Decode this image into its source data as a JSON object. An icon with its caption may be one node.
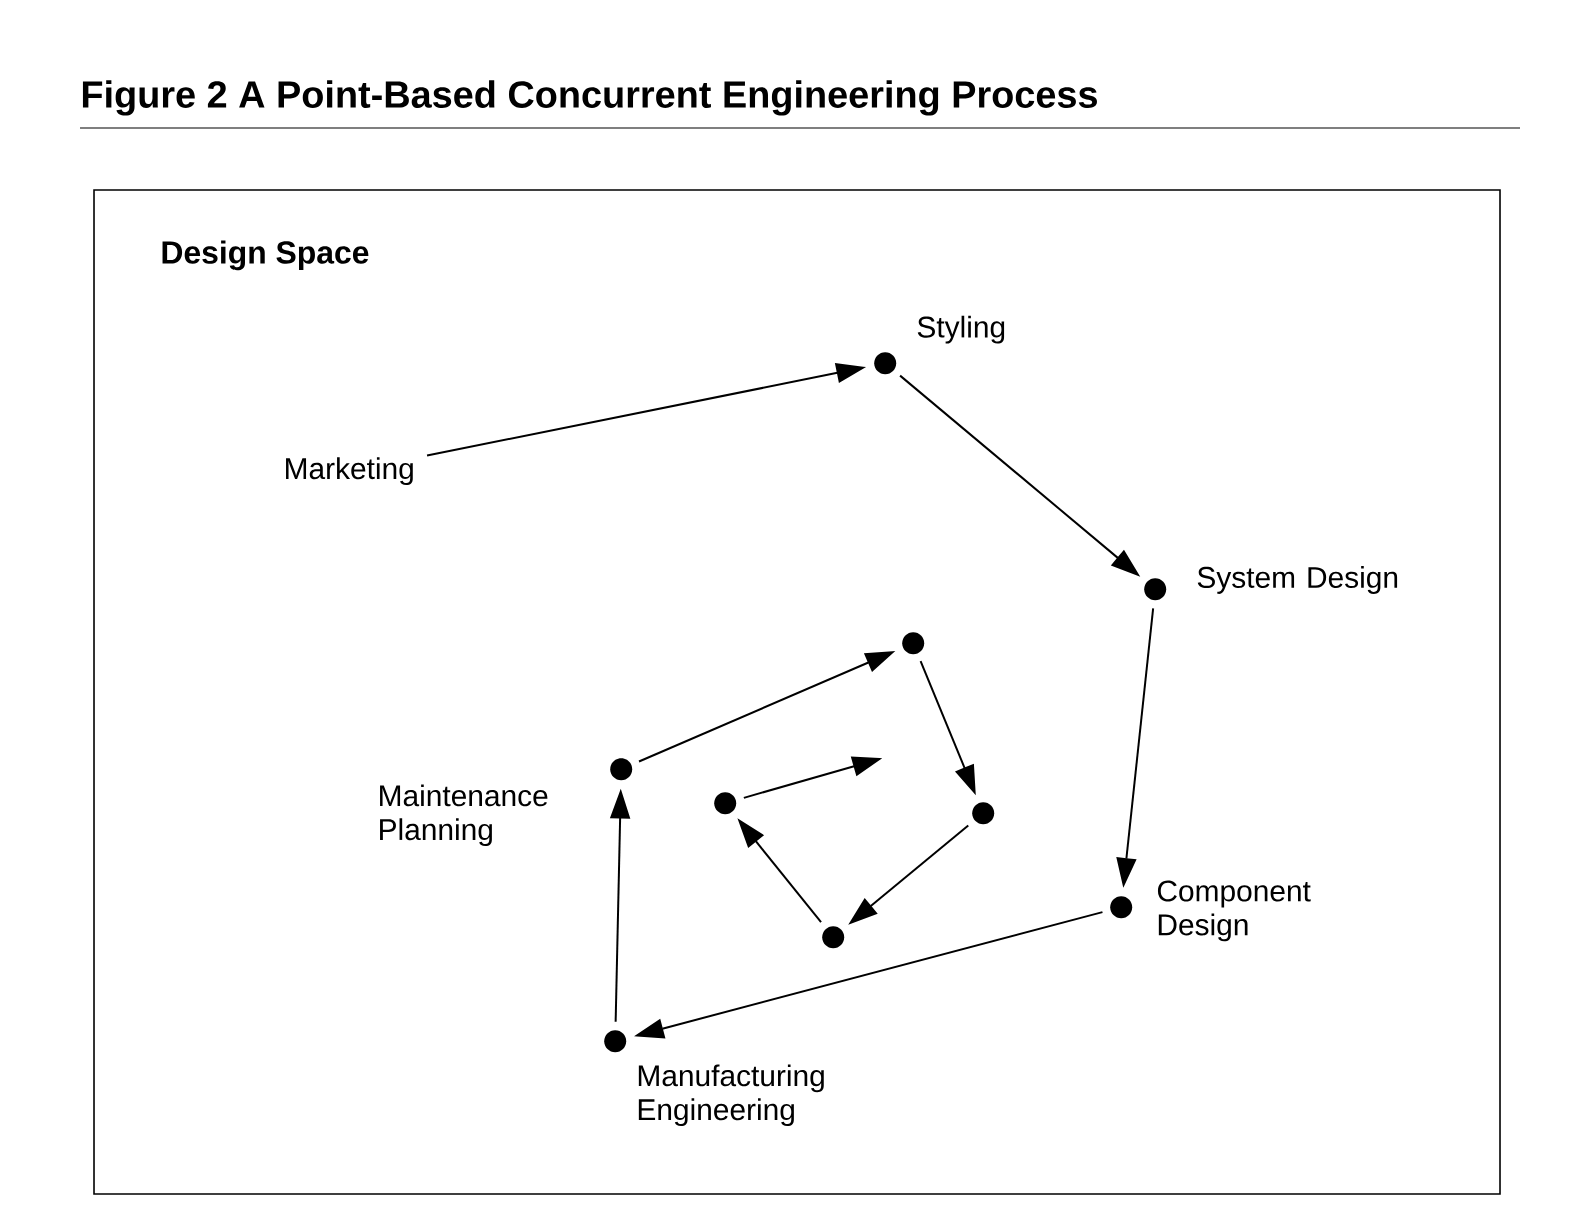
{
  "diagram": {
    "title": "Figure 2  A Point-Based Concurrent Engineering Process",
    "nodes": [
      {
        "text": [
          "Design Space"
        ]
      },
      {
        "text": [
          "Marketing"
        ],
        "in": 0
      },
      {
        "text": [],
        "shape": "circle",
        "beside": [
          "Styling"
        ],
        "in": 0
      },
      {
        "text": [],
        "shape": "circle",
        "beside": [
          "System Design"
        ],
        "in": 0
      },
      {
        "text": [],
        "shape": "circle",
        "beside": [
          "Component Design"
        ],
        "in": 0
      },
      {
        "text": [],
        "shape": "circle",
        "beside": [
          "Manufacturing Engineering"
        ],
        "in": 0
      },
      {
        "text": [],
        "shape": "circle",
        "beside": [
          "Maintenance Planning"
        ],
        "in": 0
      },
      {
        "text": [],
        "shape": "circle",
        "in": 0
      },
      {
        "text": [],
        "shape": "circle",
        "in": 0
      },
      {
        "text": [],
        "shape": "circle",
        "in": 0
      },
      {
        "text": [],
        "shape": "circle",
        "in": 0
      }
    ],
    "edges": [
      {
        "from": 1,
        "to": 2,
        "arrow": "to"
      },
      {
        "from": 2,
        "to": 3,
        "arrow": "to"
      },
      {
        "from": 3,
        "to": 4,
        "arrow": "to"
      },
      {
        "from": 4,
        "to": 5,
        "arrow": "to"
      },
      {
        "from": 5,
        "to": 6,
        "arrow": "to"
      },
      {
        "from": 6,
        "to": 7,
        "arrow": "to"
      },
      {
        "from": 7,
        "to": 8,
        "arrow": "to"
      },
      {
        "from": 8,
        "to": 9,
        "arrow": "to"
      },
      {
        "from": 9,
        "to": 10,
        "arrow": "to"
      },
      {
        "from": 10,
        "to": null,
        "arrow": "to"
      }
    ]
  }
}
